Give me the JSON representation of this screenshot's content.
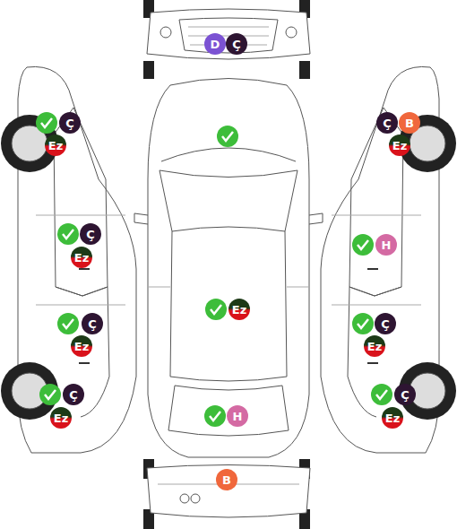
{
  "diagram": {
    "nodes": [
      {
        "text": [
          "D"
        ]
      },
      {
        "text": [
          "Ç"
        ]
      },
      {
        "text": [
          "Ç"
        ]
      },
      {
        "text": [
          "Ç"
        ]
      },
      {
        "text": [
          "B"
        ]
      },
      {
        "text": [
          "Ez"
        ]
      },
      {
        "text": [
          "Ez"
        ]
      },
      {
        "text": [
          "Ç"
        ]
      },
      {
        "text": [
          "H"
        ]
      },
      {
        "text": [
          "Ez"
        ]
      },
      {
        "text": [
          "Ez"
        ]
      },
      {
        "text": [
          "Ç"
        ]
      },
      {
        "text": [
          "Ç"
        ]
      },
      {
        "text": [
          "Ez"
        ]
      },
      {
        "text": [
          "Ez"
        ]
      },
      {
        "text": [
          "Ç"
        ]
      },
      {
        "text": [
          "Ç"
        ]
      },
      {
        "text": [
          "H"
        ]
      },
      {
        "text": [
          "Ez"
        ]
      },
      {
        "text": [
          "Ez"
        ]
      },
      {
        "text": [
          "B"
        ]
      }
    ]
  }
}
